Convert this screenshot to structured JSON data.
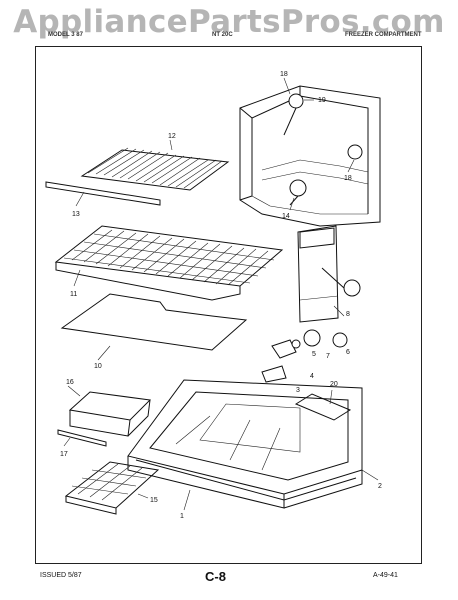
{
  "watermark": "AppliancePartsPros.com",
  "header": {
    "left": "MODEL 3 87",
    "center": "NT 20C",
    "right": "FREEZER COMPARTMENT"
  },
  "callouts": {
    "c1": "1",
    "c2": "2",
    "c3": "3",
    "c4": "4",
    "c5": "5",
    "c6": "6",
    "c7": "7",
    "c8": "8",
    "c10": "10",
    "c11": "11",
    "c12": "12",
    "c13": "13",
    "c14": "14",
    "c15": "15",
    "c16": "16",
    "c17": "17",
    "c18a": "18",
    "c18b": "18",
    "c19": "19",
    "c20": "20"
  },
  "footer": {
    "issued": "ISSUED 5/87",
    "page": "C-8",
    "code": "A-49-41"
  }
}
